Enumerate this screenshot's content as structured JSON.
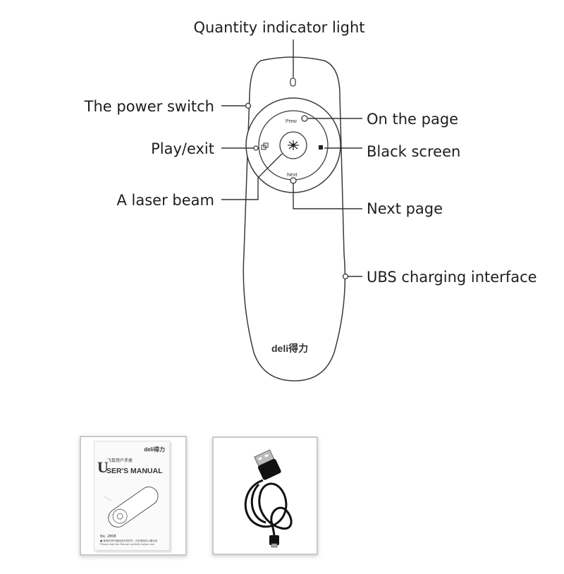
{
  "labels": {
    "indicator": "Quantity indicator light",
    "power": "The power switch",
    "play_exit": "Play/exit",
    "laser": "A laser beam",
    "prev_page": "On the page",
    "black_screen": "Black screen",
    "next_page": "Next page",
    "usb": "UBS charging interface"
  },
  "device": {
    "brand": "deli得力",
    "prev_button_text": "Prew",
    "next_button_text": "Next"
  },
  "manual": {
    "brand": "deli得力",
    "title_initial": "U",
    "title_rest": "SER'S MANUAL",
    "subtitle_cn": "飞鼠用户手册",
    "model": "No. 2808",
    "note_cn": "■ 使用前请仔细阅读本说明书，并妥善保存以备后用",
    "note_en": "Please read the Manual carefully before use"
  },
  "colors": {
    "line": "#333333",
    "text": "#1e1e1e",
    "cable": "#111111"
  }
}
